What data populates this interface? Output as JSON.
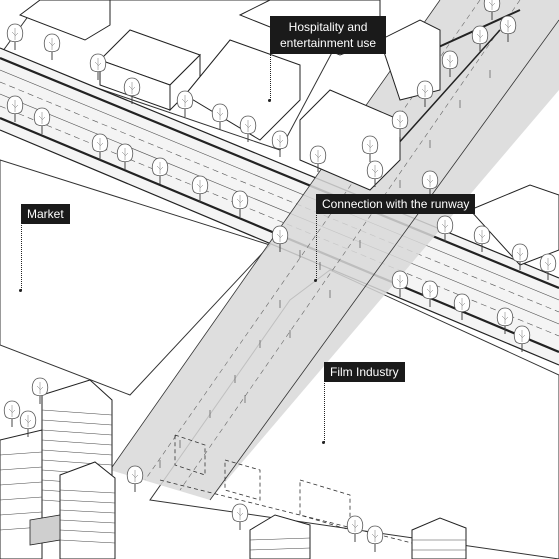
{
  "labels": {
    "hospitality": "Hospitality and\nentertainment use",
    "market": "Market",
    "connection": "Connection with the runway",
    "film": "Film Industry"
  }
}
